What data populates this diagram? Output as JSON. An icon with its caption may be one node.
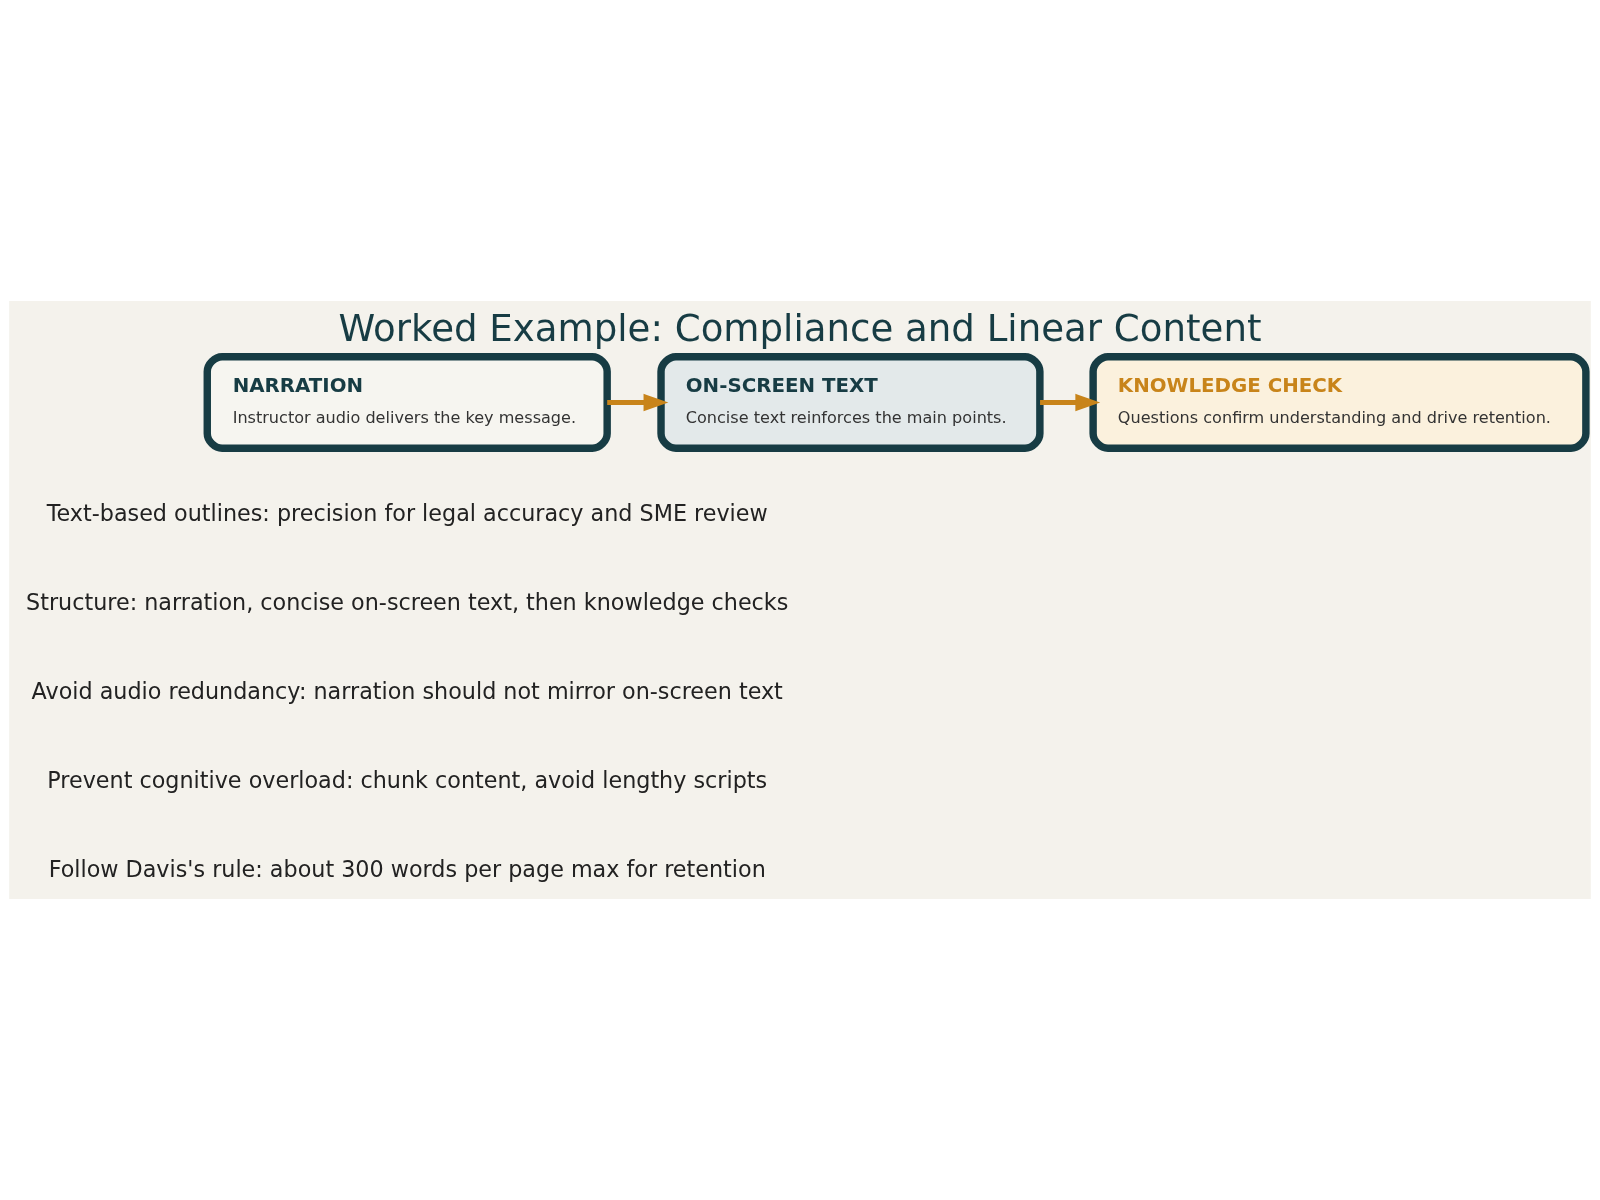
{
  "diagram": {
    "title": "Worked Example: Compliance and Linear Content",
    "nodes": [
      {
        "text": [
          "NARRATION",
          "Instructor audio delivers the key message."
        ]
      },
      {
        "text": [
          "ON-SCREEN TEXT",
          "Concise text reinforces the main points."
        ]
      },
      {
        "text": [
          "KNOWLEDGE CHECK",
          "Questions confirm understanding and drive retention."
        ]
      }
    ],
    "edges": [
      {
        "from": 0,
        "to": 1,
        "arrow": "to"
      },
      {
        "from": 1,
        "to": 2,
        "arrow": "to"
      }
    ],
    "labels": [
      "Text-based outlines: precision for legal accuracy and SME review",
      "Structure: narration, concise on-screen text, then knowledge checks",
      "Avoid audio redundancy: narration should not mirror on-screen text",
      "Prevent cognitive overload: chunk content, avoid lengthy scripts",
      "Follow Davis's rule: about 300 words per page max for retention"
    ]
  }
}
